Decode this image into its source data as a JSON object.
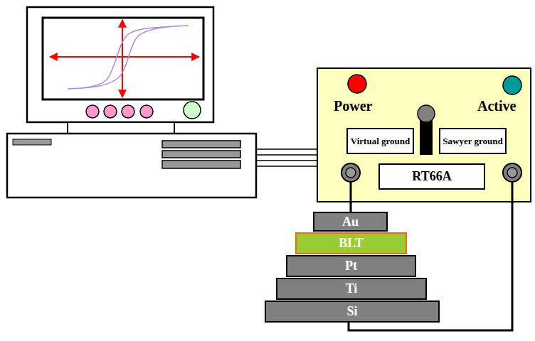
{
  "diagram": {
    "nodes": [
      {
        "text": [
          "Power",
          "Active"
        ]
      },
      {
        "text": [
          "Virtual ground"
        ],
        "in": 0
      },
      {
        "text": [
          "Sawyer ground"
        ],
        "in": 0
      },
      {
        "text": [
          "RT66A"
        ],
        "in": 0
      },
      {
        "text": [
          "Au"
        ]
      },
      {
        "text": [
          "BLT"
        ]
      },
      {
        "text": [
          "Pt"
        ]
      },
      {
        "text": [
          "Ti"
        ]
      },
      {
        "text": [
          "Si"
        ]
      }
    ],
    "edges": [
      {
        "from": 0,
        "to": 4,
        "arrow": "none"
      },
      {
        "from": 0,
        "to": 8,
        "arrow": "none"
      }
    ]
  }
}
